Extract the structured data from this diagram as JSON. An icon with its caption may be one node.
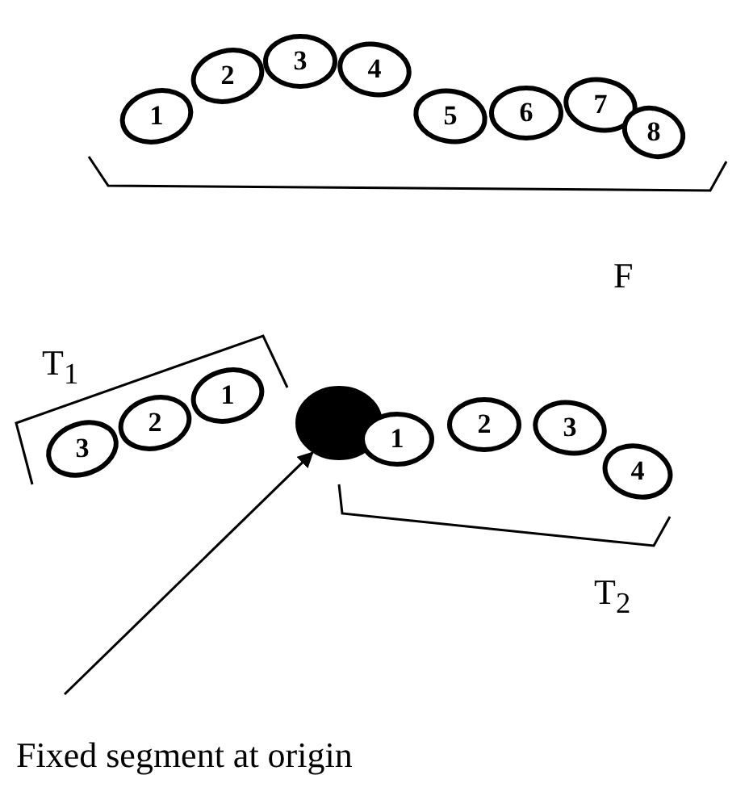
{
  "diagram": {
    "nodes": [
      {
        "text": [
          "1"
        ]
      },
      {
        "text": [
          "2"
        ]
      },
      {
        "text": [
          "3"
        ]
      },
      {
        "text": [
          "4"
        ]
      },
      {
        "text": [
          "5"
        ]
      },
      {
        "text": [
          "6"
        ]
      },
      {
        "text": [
          "7"
        ]
      },
      {
        "text": [
          "8"
        ]
      },
      {
        "text": [
          "3"
        ]
      },
      {
        "text": [
          "2"
        ]
      },
      {
        "text": [
          "1"
        ]
      },
      {
        "text": [],
        "shape": "circle"
      },
      {
        "text": [
          "1"
        ]
      },
      {
        "text": [
          "2"
        ]
      },
      {
        "text": [
          "3"
        ]
      },
      {
        "text": [
          "4"
        ]
      },
      {
        "text": [
          "Fixed segment at origin"
        ]
      }
    ],
    "edges": [
      {
        "from": 16,
        "to": 11,
        "arrow": "to"
      }
    ],
    "labels": [
      "F",
      "T$_{1}$",
      "T$_{2}$"
    ]
  }
}
